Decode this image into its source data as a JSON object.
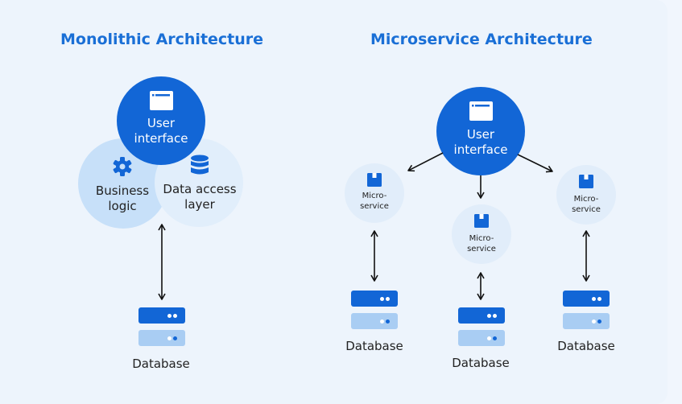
{
  "monolithic": {
    "title": "Monolithic Architecture",
    "ui_line1": "User",
    "ui_line2": "interface",
    "business_line1": "Business",
    "business_line2": "logic",
    "dal_line1": "Data access",
    "dal_line2": "layer",
    "db_label": "Database"
  },
  "microservice": {
    "title": "Microservice Architecture",
    "ui_line1": "User",
    "ui_line2": "interface",
    "services": [
      {
        "line1": "Micro-",
        "line2": "service",
        "db_label": "Database"
      },
      {
        "line1": "Micro-",
        "line2": "service",
        "db_label": "Database"
      },
      {
        "line1": "Micro-",
        "line2": "service",
        "db_label": "Database"
      }
    ]
  },
  "colors": {
    "accent": "#1266d6",
    "title": "#1a6fd6",
    "db_top": "#1266d6",
    "db_bottom": "#a9cdf3"
  },
  "icons": {
    "ui": "browser-window-icon",
    "business": "gear-icon",
    "dal": "database-stack-icon",
    "service": "box-icon"
  }
}
